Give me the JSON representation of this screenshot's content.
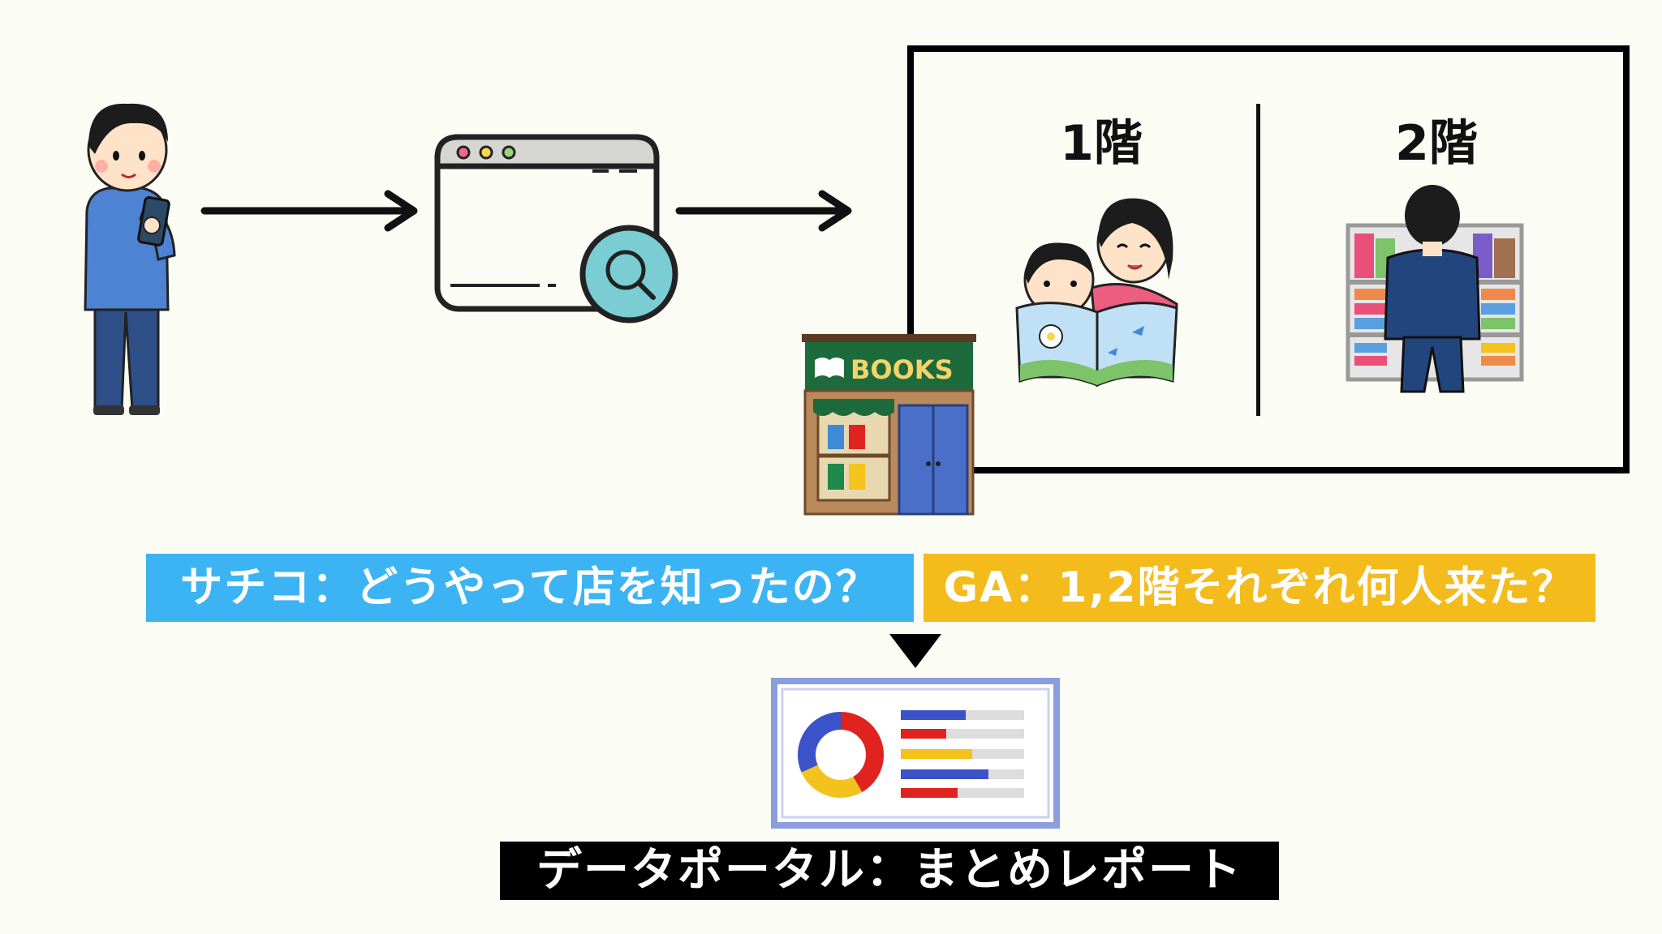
{
  "floors": [
    {
      "label": "1階"
    },
    {
      "label": "2階"
    }
  ],
  "store_sign": "BOOKS",
  "questions": [
    {
      "text": "サチコ：どうやって店を知ったの？",
      "color": "#3cb4f4"
    },
    {
      "text": "GA：1,2階それぞれ何人来た？",
      "color": "#f4bb1c"
    }
  ],
  "report_label": "データポータル：まとめレポート",
  "colors": {
    "background": "#fbfdf5",
    "report_blue": "#3b52c8",
    "report_red": "#e0231f",
    "report_yellow": "#f4c21c",
    "report_frame": "#8a9ede"
  },
  "icons": [
    "person-with-phone-icon",
    "arrow-right-icon",
    "browser-search-icon",
    "bookstore-icon",
    "parent-child-reading-icon",
    "person-at-bookshelf-icon",
    "down-triangle-icon",
    "report-dashboard-icon"
  ]
}
